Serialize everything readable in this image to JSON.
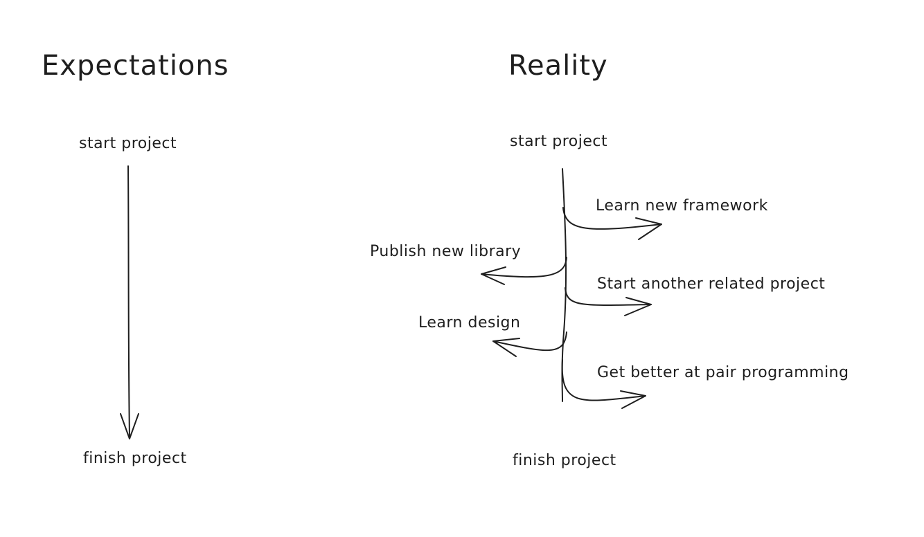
{
  "expectations": {
    "title": "Expectations",
    "start": "start project",
    "finish": "finish project"
  },
  "reality": {
    "title": "Reality",
    "start": "start project",
    "finish": "finish project",
    "branches": [
      {
        "label": "Learn new framework",
        "direction": "right"
      },
      {
        "label": "Publish new library",
        "direction": "left"
      },
      {
        "label": "Start another related project",
        "direction": "right"
      },
      {
        "label": "Learn design",
        "direction": "left"
      },
      {
        "label": "Get better at pair programming",
        "direction": "right"
      }
    ]
  },
  "colors": {
    "ink": "#1e1e1e",
    "background": "#ffffff"
  }
}
